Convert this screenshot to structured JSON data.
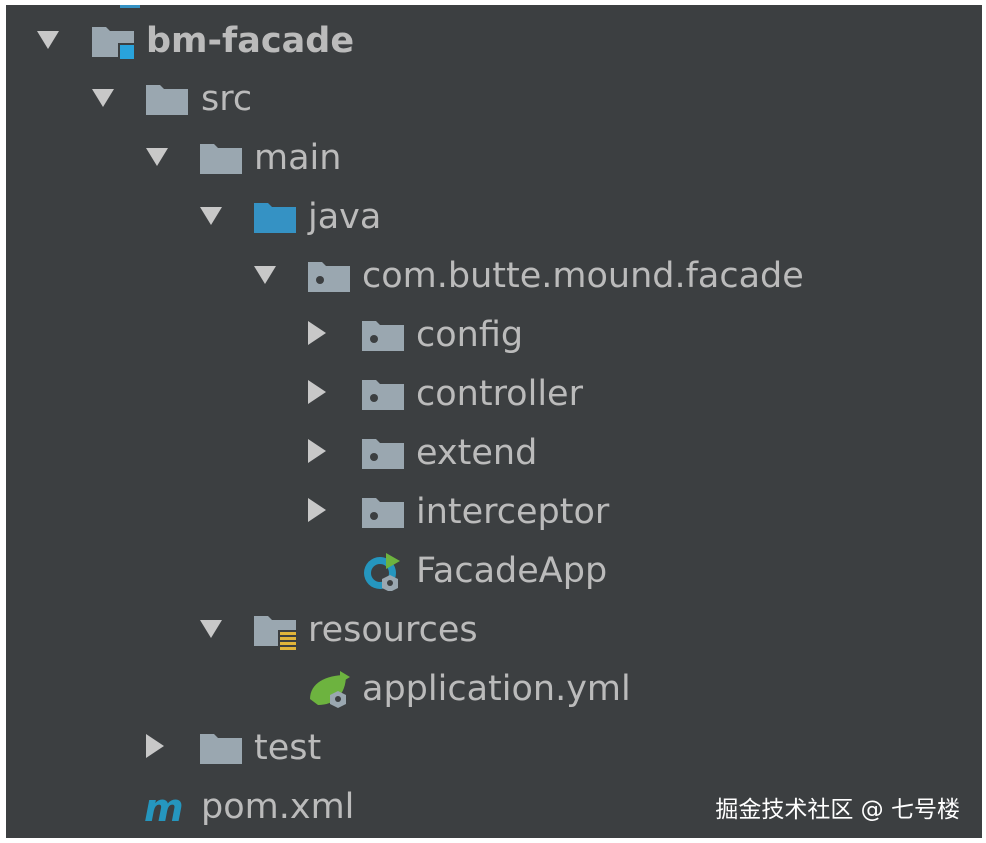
{
  "tree": {
    "root": {
      "label": "bm-facade",
      "icon": "module-folder-icon",
      "expanded": true
    },
    "src": {
      "label": "src",
      "icon": "folder-icon",
      "expanded": true
    },
    "main": {
      "label": "main",
      "icon": "folder-icon",
      "expanded": true
    },
    "java": {
      "label": "java",
      "icon": "source-root-folder-icon",
      "expanded": true
    },
    "package": {
      "label": "com.butte.mound.facade",
      "icon": "package-icon",
      "expanded": true
    },
    "config": {
      "label": "config",
      "icon": "package-icon",
      "expanded": false
    },
    "controller": {
      "label": "controller",
      "icon": "package-icon",
      "expanded": false
    },
    "extend": {
      "label": "extend",
      "icon": "package-icon",
      "expanded": false
    },
    "interceptor": {
      "label": "interceptor",
      "icon": "package-icon",
      "expanded": false
    },
    "facadeapp": {
      "label": "FacadeApp",
      "icon": "spring-boot-app-icon"
    },
    "resources": {
      "label": "resources",
      "icon": "resources-folder-icon",
      "expanded": true
    },
    "application": {
      "label": "application.yml",
      "icon": "spring-config-icon"
    },
    "test": {
      "label": "test",
      "icon": "folder-icon",
      "expanded": false
    },
    "pom": {
      "label": "pom.xml",
      "icon": "maven-icon"
    }
  },
  "watermark": {
    "text": "掘金技术社区 @ 七号楼"
  },
  "colors": {
    "background": "#3c3f41",
    "text": "#bbbbbb",
    "folder": "#9aa7b0",
    "source_root": "#3592c4",
    "spring_green": "#6db33f",
    "maven_blue": "#2596be",
    "resources_yellow": "#e0b43a"
  }
}
